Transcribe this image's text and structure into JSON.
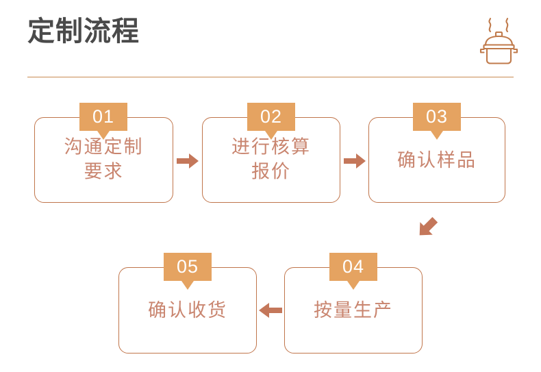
{
  "header": {
    "title": "定制流程",
    "title_color": "#4a4a4a",
    "divider_color": "#c88b52",
    "icon_name": "cooking-pot-icon",
    "icon_color": "#c07a4b"
  },
  "theme": {
    "badge_bg": "#e5a361",
    "badge_text": "#ffffff",
    "box_border": "#c0754b",
    "box_text": "#c9856f",
    "arrow_color": "#c4775a",
    "arrow_color_horizontal": "#c4775a",
    "page_bg": "#ffffff"
  },
  "flow": {
    "steps": [
      {
        "number": "01",
        "label": "沟通定制\n要求",
        "lines": 2
      },
      {
        "number": "02",
        "label": "进行核算\n报价",
        "lines": 2
      },
      {
        "number": "03",
        "label": "确认样品",
        "lines": 1
      },
      {
        "number": "04",
        "label": "按量生产",
        "lines": 1
      },
      {
        "number": "05",
        "label": "确认收货",
        "lines": 1
      }
    ],
    "connectors": [
      {
        "from": "01",
        "to": "02",
        "direction": "right",
        "icon_name": "arrow-right-icon"
      },
      {
        "from": "02",
        "to": "03",
        "direction": "right",
        "icon_name": "arrow-right-icon"
      },
      {
        "from": "03",
        "to": "04",
        "direction": "down-left",
        "icon_name": "arrow-down-left-icon"
      },
      {
        "from": "04",
        "to": "05",
        "direction": "left",
        "icon_name": "arrow-left-icon"
      }
    ]
  }
}
